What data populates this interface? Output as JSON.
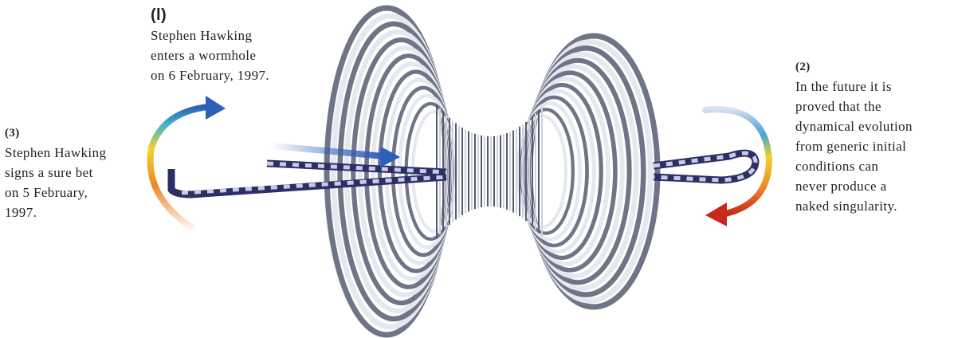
{
  "labels": {
    "one": {
      "number": "(l)",
      "lines": [
        "Stephen Hawking",
        "enters a wormhole",
        "on 6 February, 1997."
      ]
    },
    "two": {
      "number": "(2)",
      "lines": [
        "In the future it is",
        "proved that the",
        "dynamical evolution",
        "from generic initial",
        "conditions can",
        "never produce a",
        "naked singularity."
      ]
    },
    "three": {
      "number": "(3)",
      "lines": [
        "Stephen Hawking",
        "signs a sure bet",
        "on 5 February,",
        "1997."
      ]
    }
  },
  "colors": {
    "ring_dark": "#6f7486",
    "ring_light": "#e6e8ef",
    "path_dark": "#2c2f66",
    "path_light": "#c9cbe6",
    "arrow_blue": "#2e5fb8",
    "arrow_red": "#c8281b",
    "gradient_yellow": "#f2d22a",
    "gradient_orange": "#ec8a2a"
  }
}
